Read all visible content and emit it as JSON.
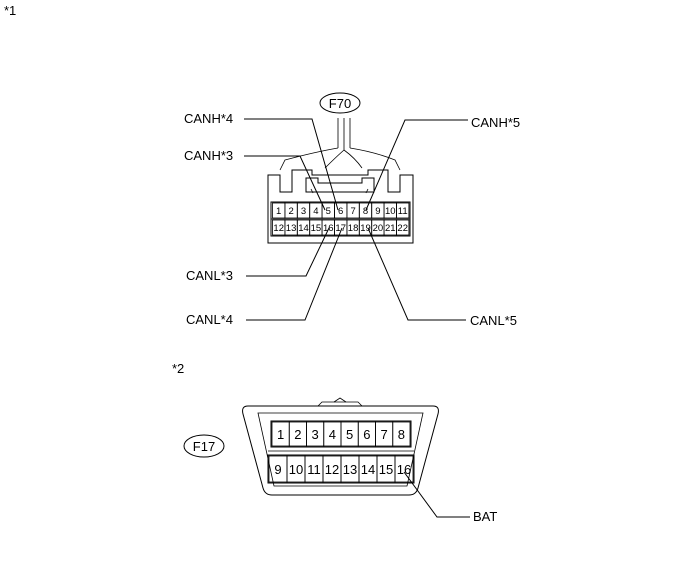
{
  "notes": {
    "note1": "*1",
    "note2": "*2"
  },
  "connector_f70": {
    "id": "F70",
    "pins_top": [
      "1",
      "2",
      "3",
      "4",
      "5",
      "6",
      "7",
      "8",
      "9",
      "10",
      "11"
    ],
    "pins_bottom": [
      "12",
      "13",
      "14",
      "15",
      "16",
      "17",
      "18",
      "19",
      "20",
      "21",
      "22"
    ],
    "labels": {
      "canh4": "CANH*4",
      "canh3": "CANH*3",
      "canh5": "CANH*5",
      "canl3": "CANL*3",
      "canl4": "CANL*4",
      "canl5": "CANL*5"
    }
  },
  "connector_f17": {
    "id": "F17",
    "pins_top": [
      "1",
      "2",
      "3",
      "4",
      "5",
      "6",
      "7",
      "8"
    ],
    "pins_bottom": [
      "9",
      "10",
      "11",
      "12",
      "13",
      "14",
      "15",
      "16"
    ],
    "labels": {
      "bat": "BAT"
    }
  }
}
